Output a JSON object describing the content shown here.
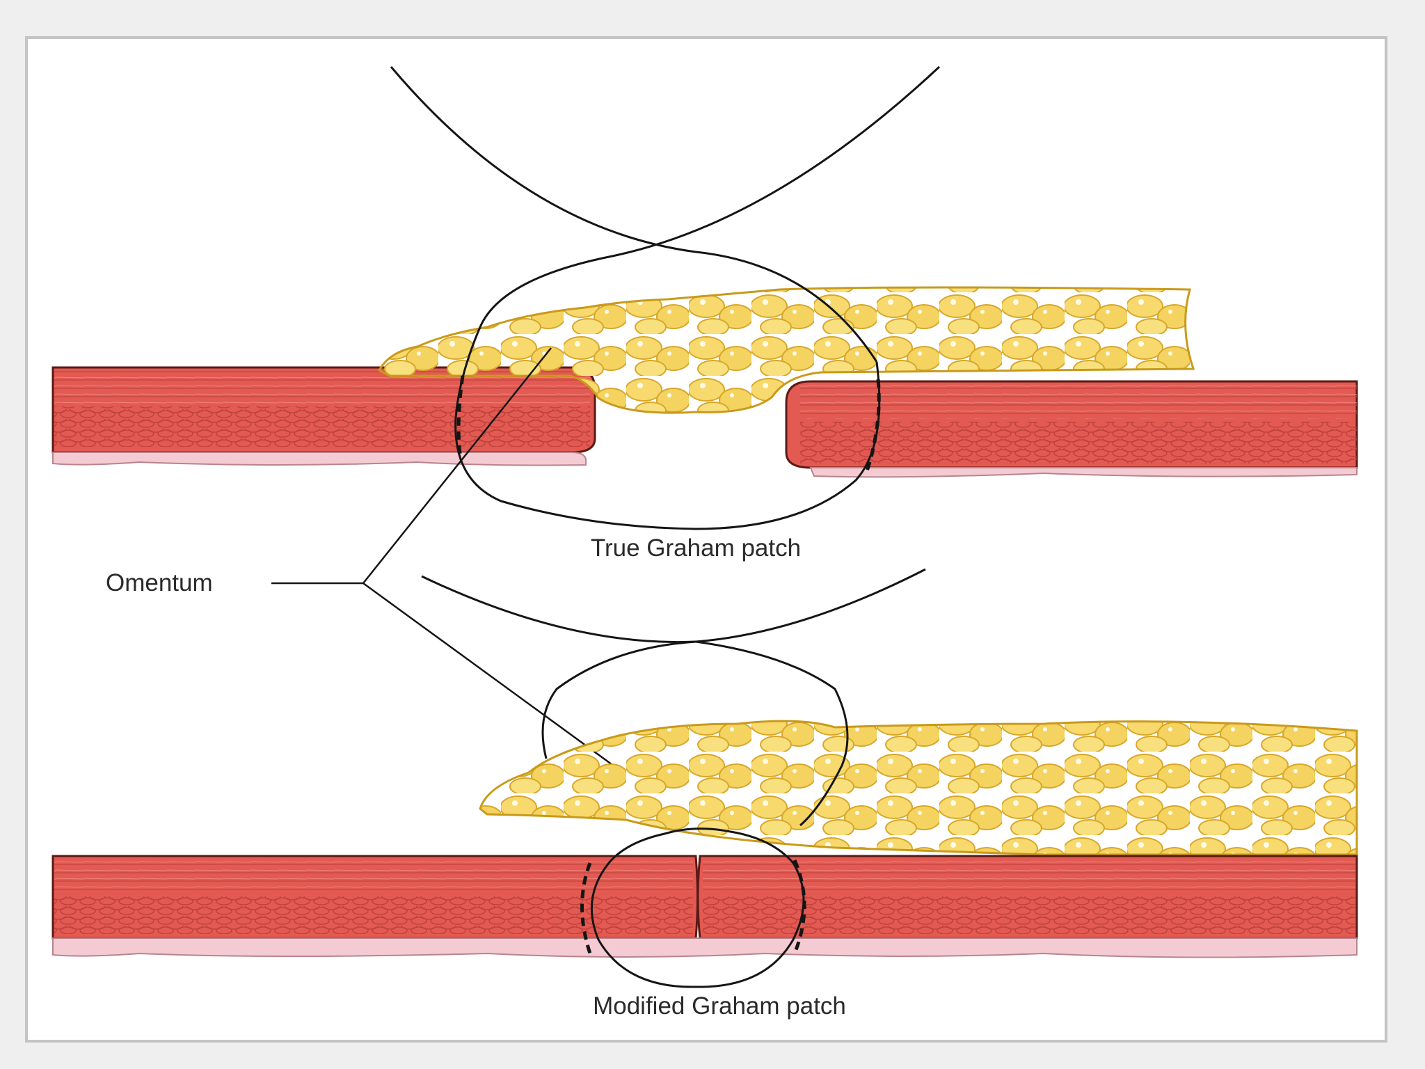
{
  "labels": {
    "omentum": "Omentum",
    "top_caption": "True Graham patch",
    "bottom_caption": "Modified Graham patch"
  },
  "colors": {
    "background": "#efefef",
    "panel": "#ffffff",
    "muscle": "#e25a52",
    "muscle_dark": "#c8463f",
    "mucosa": "#f5cbd3",
    "fat": "#f0cc55",
    "fat_edge": "#c99a1a",
    "suture": "#151515"
  }
}
